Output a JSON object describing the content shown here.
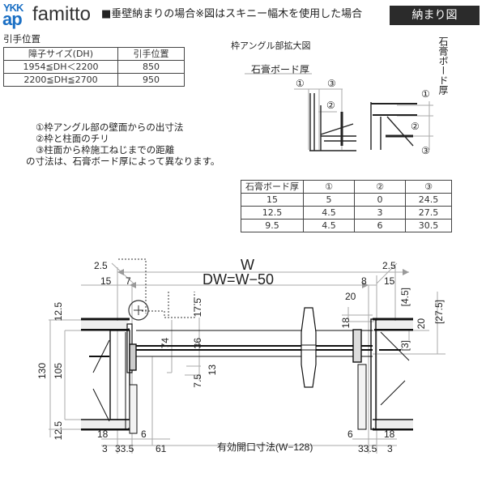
{
  "header": {
    "logo_top": "YKK",
    "logo_bottom": "ap",
    "brand": "famitto",
    "subtitle": "■垂壁納まりの場合※図はスキニー幅木を使用した場合",
    "badge": "納まり図"
  },
  "pull_position": {
    "title": "引手位置",
    "columns": [
      "障子サイズ(DH)",
      "引手位置"
    ],
    "rows": [
      [
        "1954≦DH＜2200",
        "850"
      ],
      [
        "2200≦DH≦2700",
        "950"
      ]
    ]
  },
  "detail": {
    "title": "枠アングル部拡大図",
    "board_label_h": "石膏ボード厚",
    "board_label_v": "石膏ボード厚",
    "markers": [
      "①",
      "②",
      "③"
    ]
  },
  "notes": [
    "①枠アングル部の壁面からの出寸法",
    "②枠と柱面のチリ",
    "③柱面から枠施工ねじまでの距離",
    "の寸法は、石膏ボード厚によって異なります。"
  ],
  "board_table": {
    "columns": [
      "石膏ボード厚",
      "①",
      "②",
      "③"
    ],
    "rows": [
      [
        "15",
        "5",
        "0",
        "24.5"
      ],
      [
        "12.5",
        "4.5",
        "3",
        "27.5"
      ],
      [
        "9.5",
        "4.5",
        "6",
        "30.5"
      ]
    ]
  },
  "plan": {
    "W": "W",
    "DW": "DW=W−50",
    "effective_opening": "有効開口寸法(W−128)",
    "left": {
      "d2_5": "2.5",
      "d15": "15",
      "d7": "7",
      "d12_5_top": "12.5",
      "d130": "130",
      "d105": "105",
      "d12_5_bot": "12.5",
      "d18": "18",
      "d6": "6",
      "d3": "3",
      "d33_5": "33.5",
      "d61": "61"
    },
    "center": {
      "d17_5": "17.5",
      "d74": "74",
      "d36": "36",
      "d13": "13",
      "d7_5": "7.5"
    },
    "right": {
      "d2_5": "2.5",
      "d8": "8",
      "d15": "15",
      "d20_top": "20",
      "d18_side": "18",
      "d4_5": "[4.5]",
      "d27_5": "[27.5]",
      "d20": "20",
      "d3b": "[3]",
      "d6": "6",
      "d18": "18",
      "d33_5": "33.5",
      "d3": "3"
    }
  }
}
